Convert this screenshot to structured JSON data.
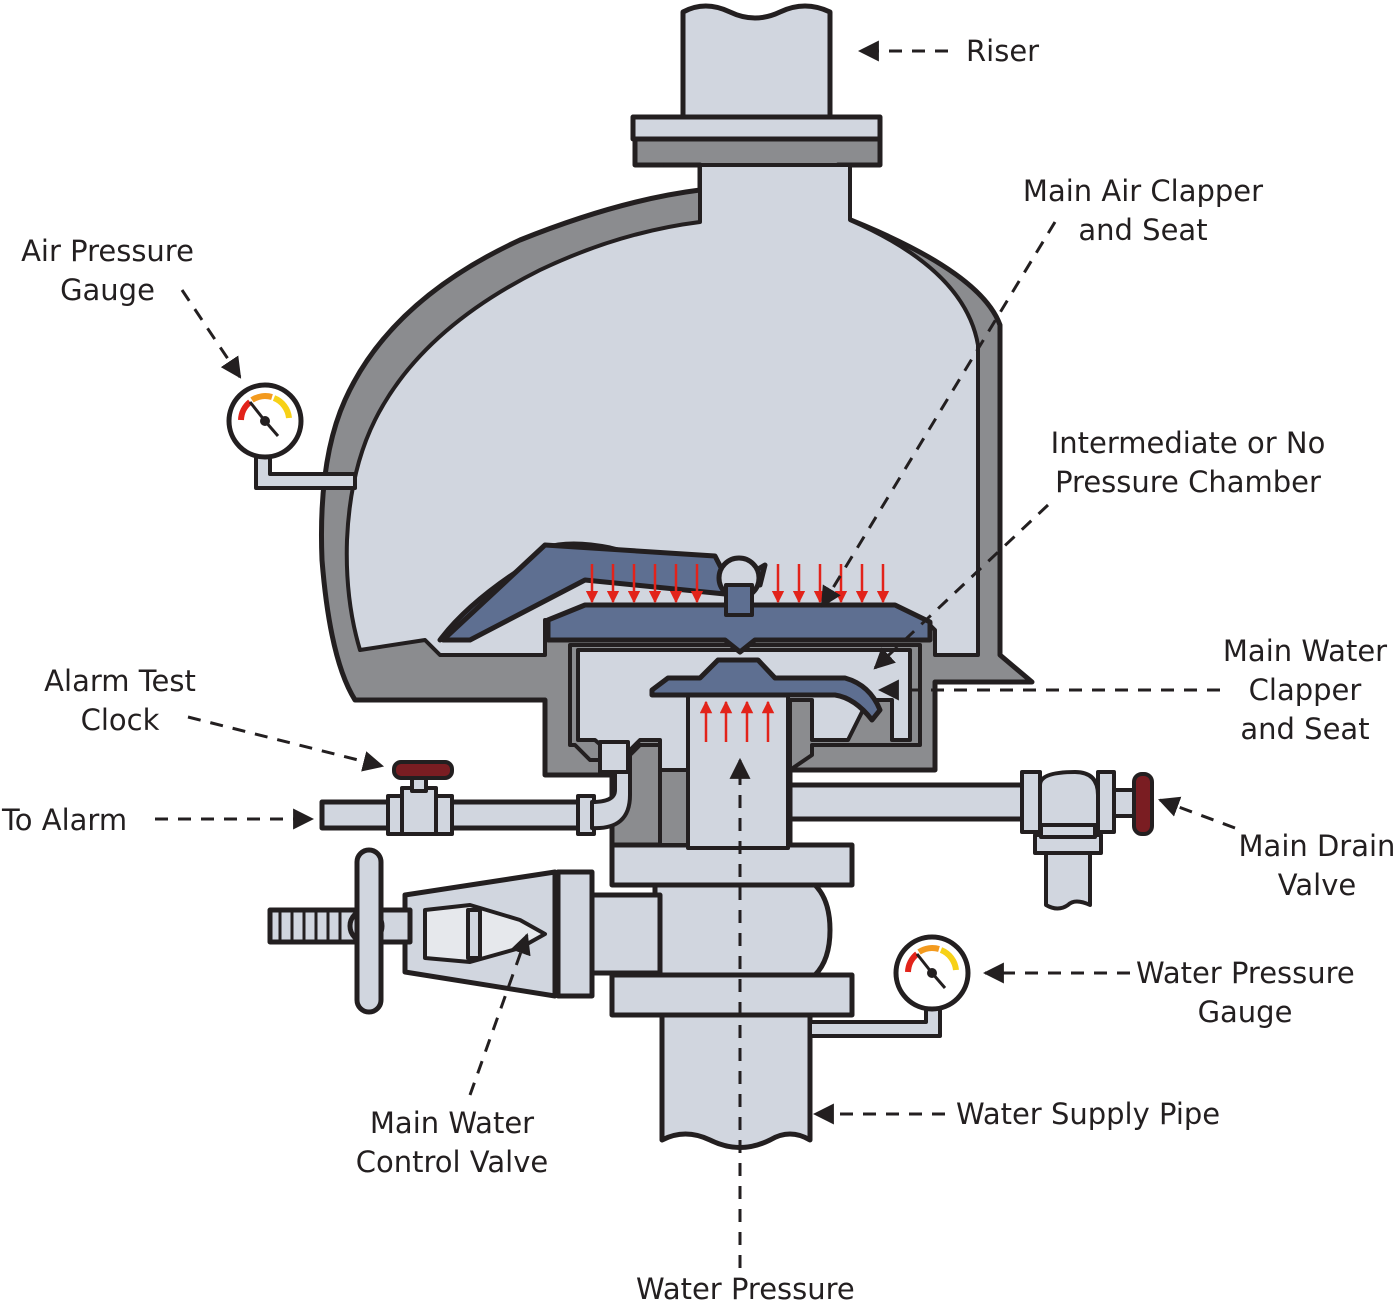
{
  "diagram": {
    "colors": {
      "fill_light": "#d1d6df",
      "body_gray": "#8b8c8f",
      "clapper_blue": "#5e6f91",
      "outline": "#231f20",
      "arrow_red": "#e2231a",
      "handle_red": "#7a1d22",
      "gauge_red": "#e2231a",
      "gauge_orange": "#f39a1e",
      "gauge_yellow": "#f7d117"
    },
    "labels": {
      "riser": "Riser",
      "air_pressure_gauge": "Air Pressure\nGauge",
      "main_air_clapper": "Main Air Clapper\nand Seat",
      "intermediate_chamber": "Intermediate or No\nPressure Chamber",
      "main_water_clapper": "Main Water\nClapper\nand Seat",
      "alarm_test_clock": "Alarm Test\nClock",
      "to_alarm": "To Alarm",
      "main_drain_valve": "Main Drain\nValve",
      "water_pressure_gauge": "Water Pressure\nGauge",
      "water_supply_pipe": "Water Supply Pipe",
      "main_water_control_valve": "Main Water\nControl Valve",
      "water_pressure": "Water Pressure"
    },
    "icons": [
      "gauge-icon",
      "valve-handle-icon",
      "handwheel-icon",
      "pressure-arrow-icon"
    ]
  }
}
